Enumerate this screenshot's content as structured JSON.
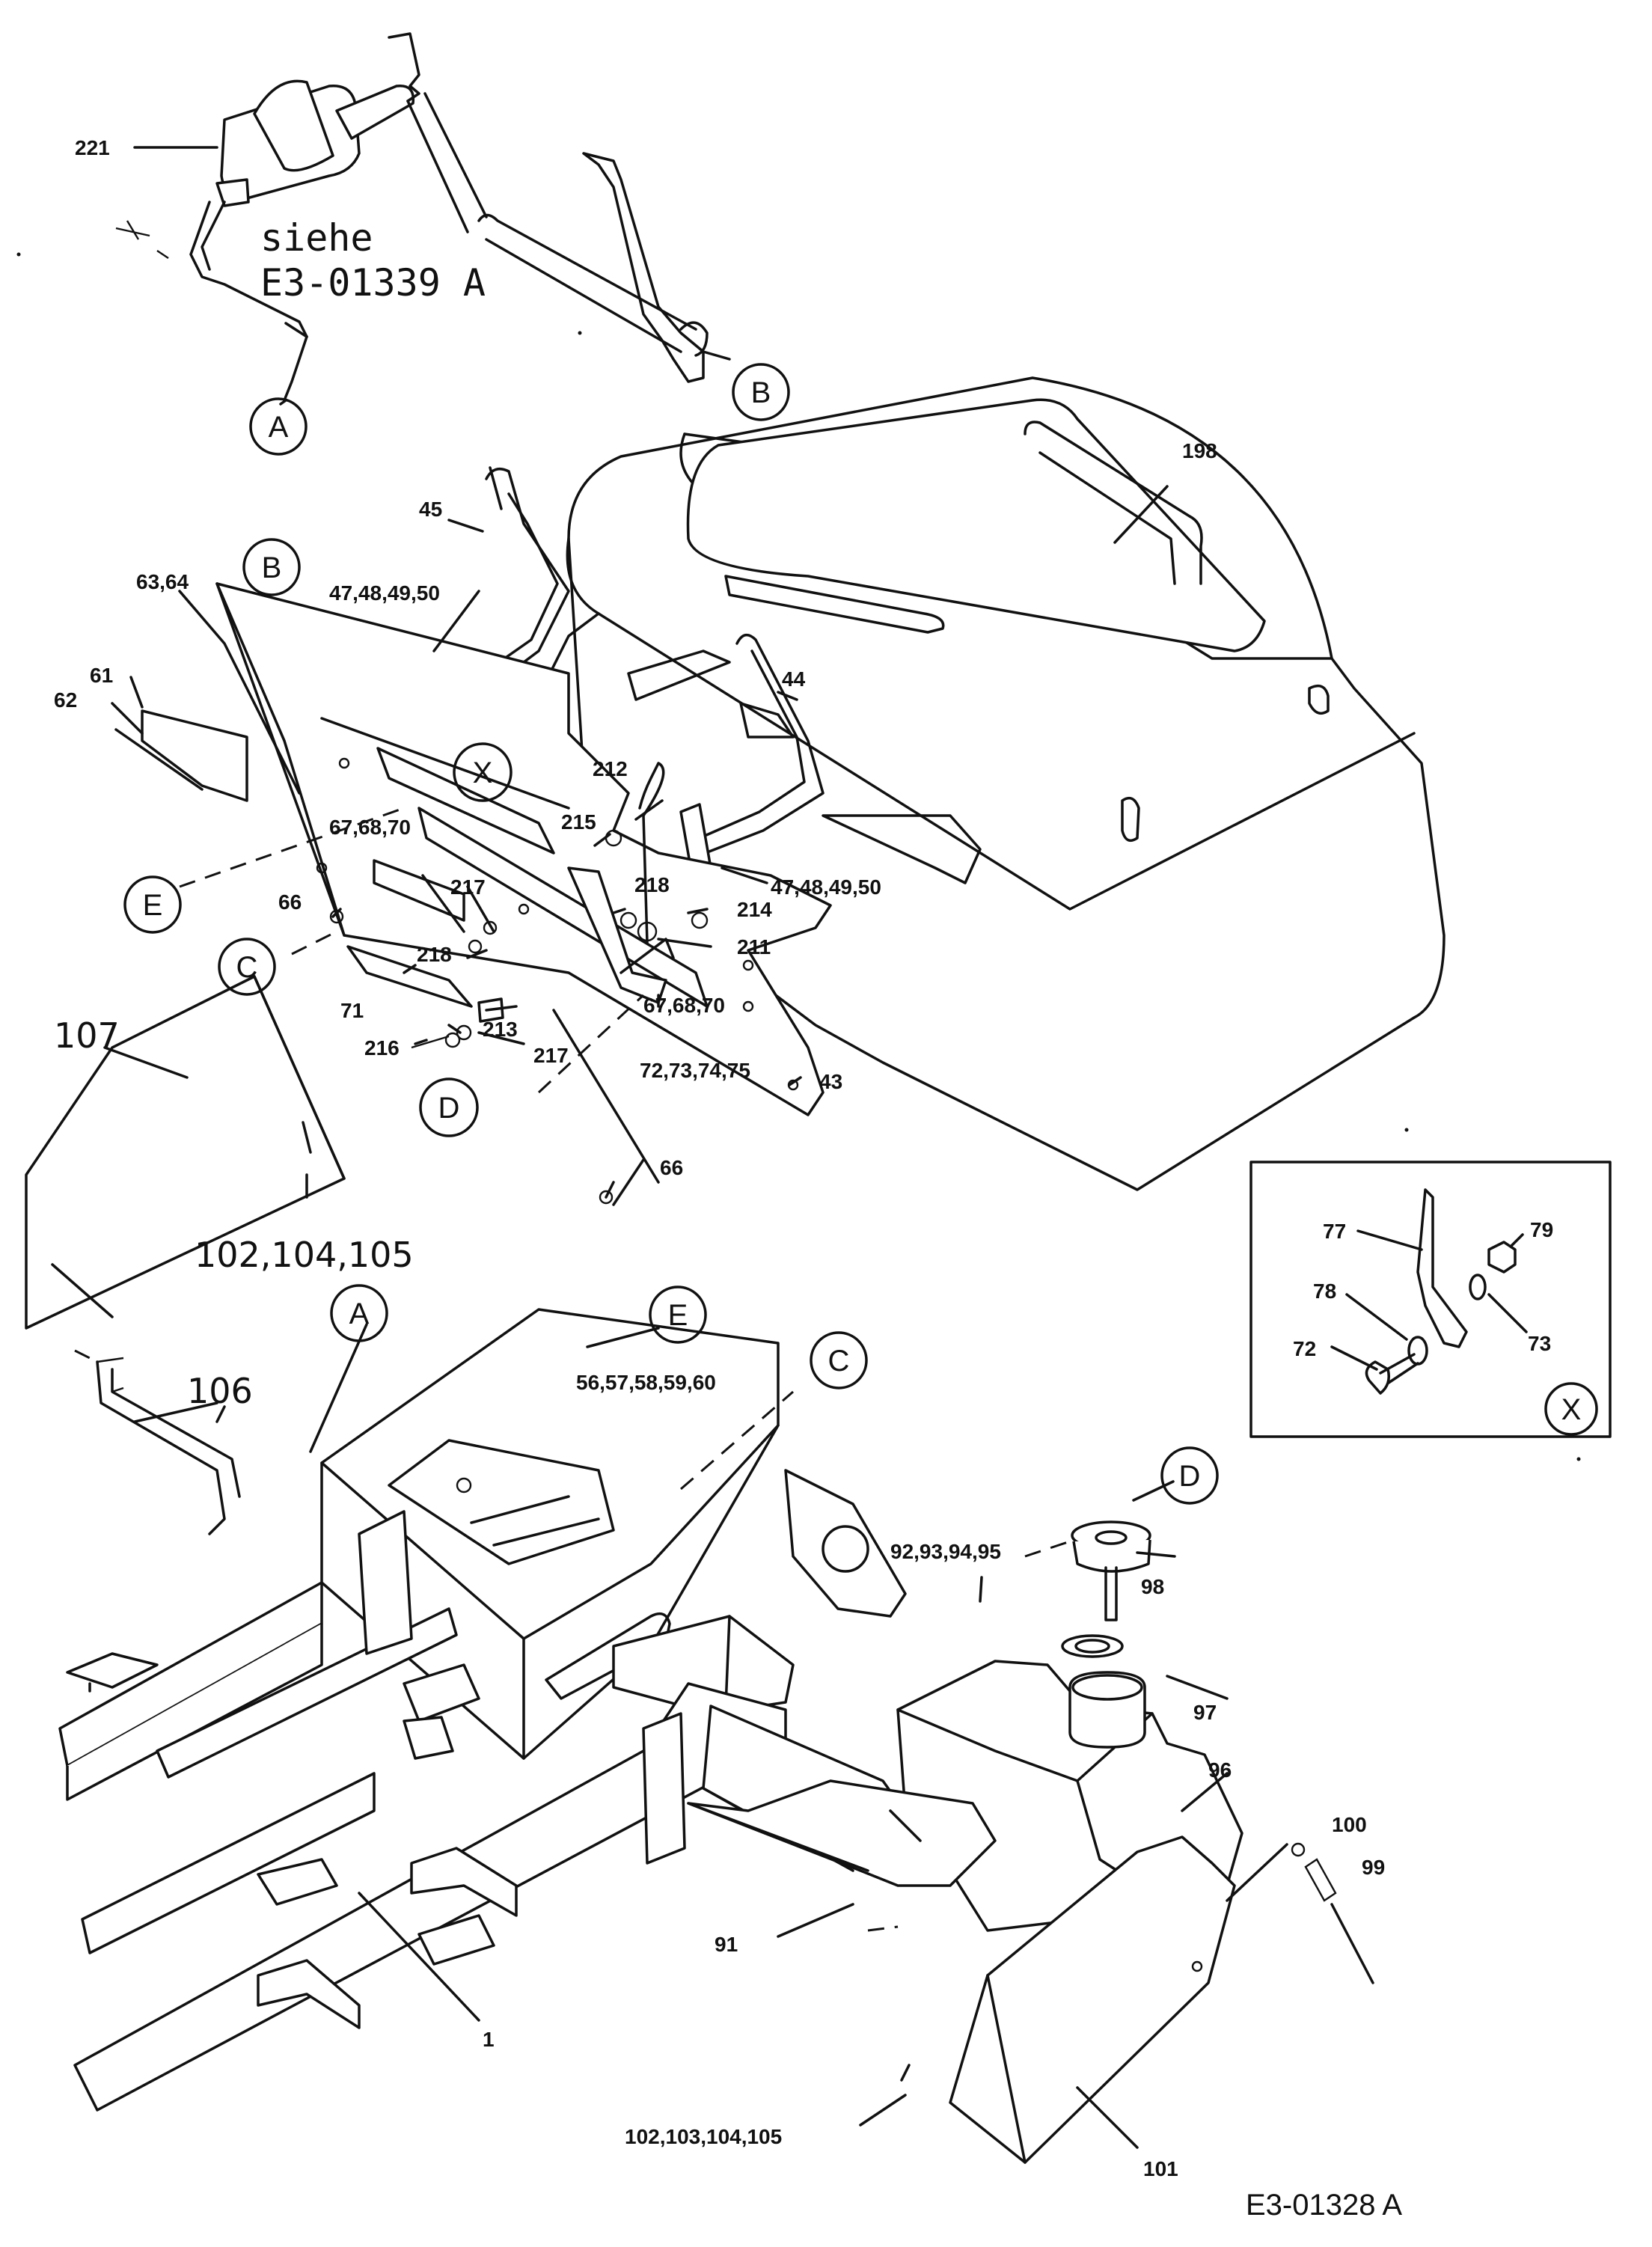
{
  "note": {
    "line1": "siehe",
    "line2": "E3-01339 A"
  },
  "drawing_code": "E3-01328 A",
  "detail_marker": "X",
  "reference_circles": {
    "A": "A",
    "B": "B",
    "C": "C",
    "D": "D",
    "E": "E",
    "X": "X"
  },
  "part_labels": {
    "p221": "221",
    "p198": "198",
    "p45": "45",
    "p44": "44",
    "p47_50a": "47,48,49,50",
    "p47_50b": "47,48,49,50",
    "p63_64": "63,64",
    "p61": "61",
    "p62": "62",
    "p212": "212",
    "p215": "215",
    "p218a": "218",
    "p218b": "218",
    "p214": "214",
    "p211": "211",
    "p67_70a": "67,68,70",
    "p67_70b": "67,68,70",
    "p217a": "217",
    "p217b": "217",
    "p66a": "66",
    "p66b": "66",
    "p71": "71",
    "p213": "213",
    "p216": "216",
    "p72_75": "72,73,74,75",
    "p43": "43",
    "p107": "107",
    "p102_105": "102,104,105",
    "p106": "106",
    "p56_60": "56,57,58,59,60",
    "p92_95": "92,93,94,95",
    "p98": "98",
    "p97": "97",
    "p96": "96",
    "p100": "100",
    "p99": "99",
    "p91": "91",
    "p1": "1",
    "p102_105b": "102,103,104,105",
    "p101": "101",
    "p77": "77",
    "p79": "79",
    "p78": "78",
    "p72": "72",
    "p73": "73"
  }
}
